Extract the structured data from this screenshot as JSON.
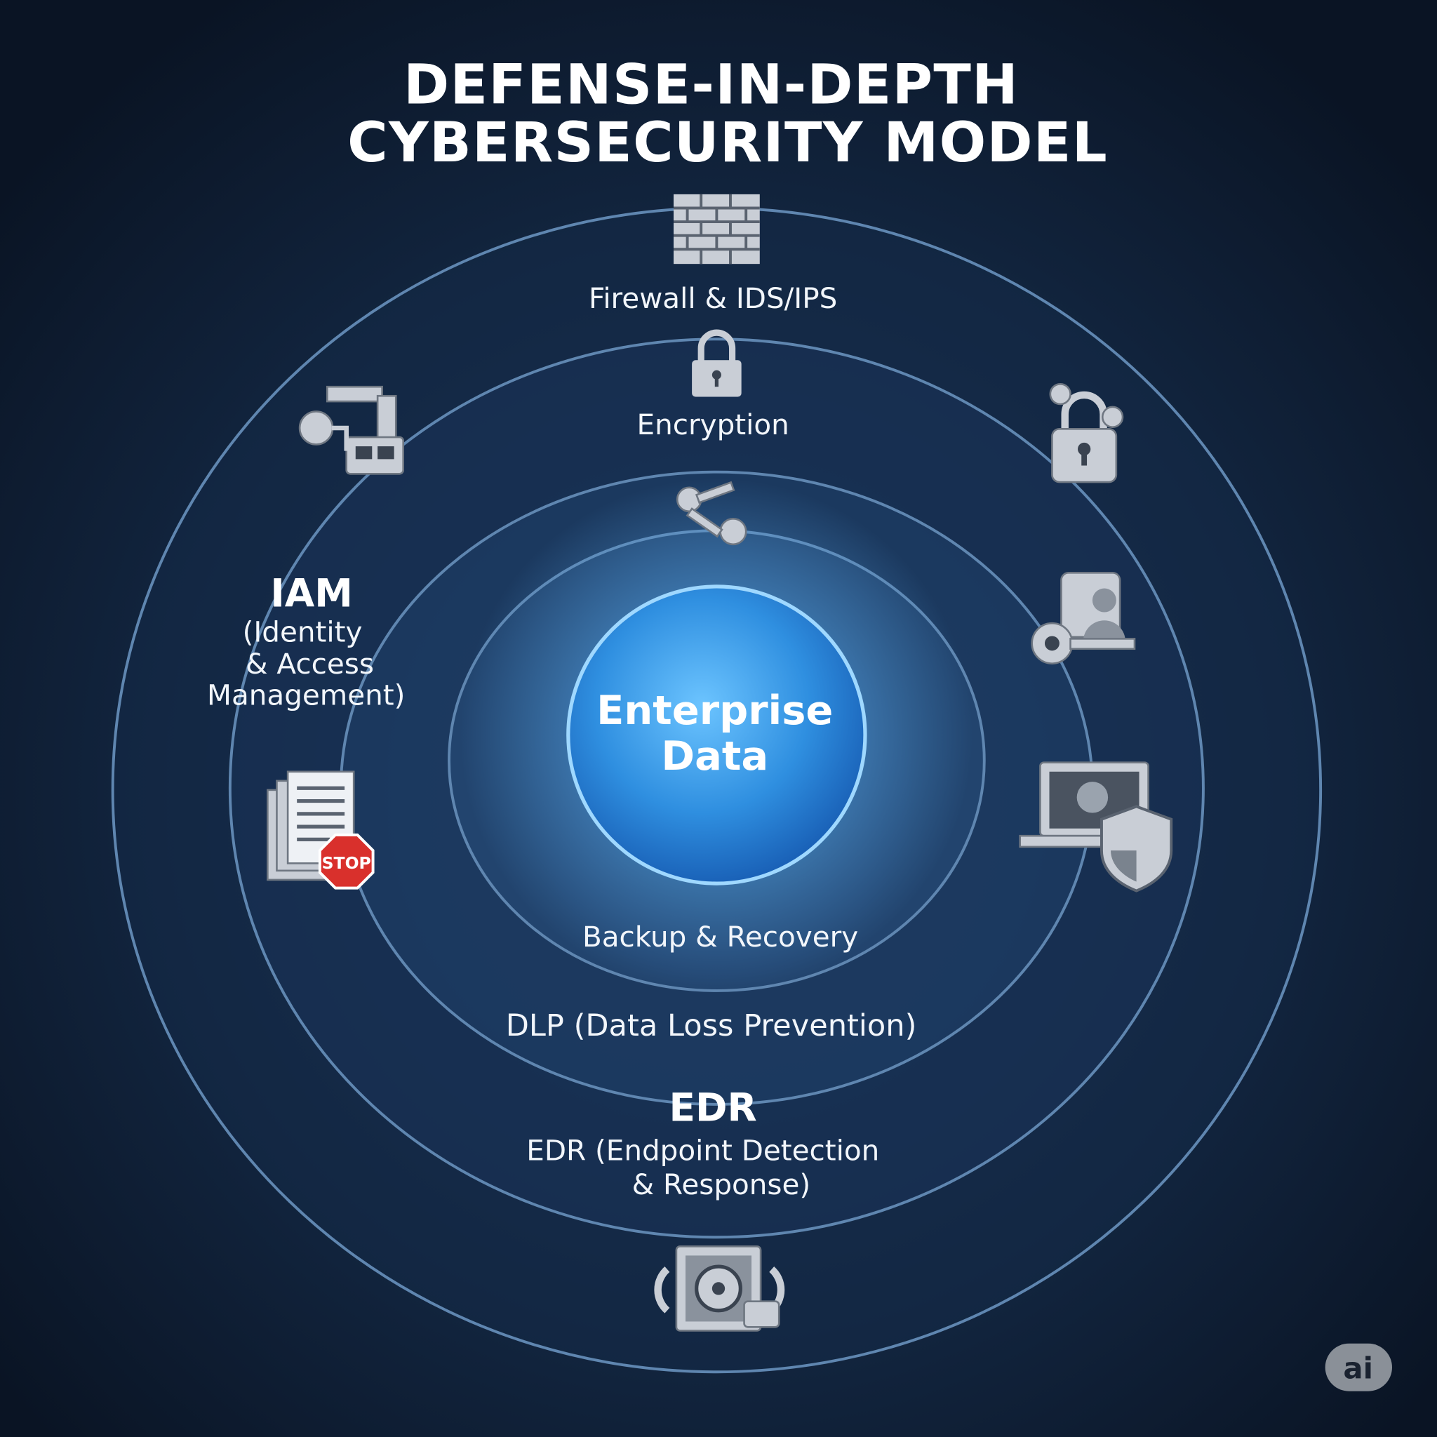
{
  "title": {
    "line1": "DEFENSE-IN-DEPTH",
    "line2": "CYBERSECURITY MODEL"
  },
  "core": {
    "line1": "Enterprise",
    "line2": "Data"
  },
  "layers": {
    "firewall": "Firewall & IDS/IPS",
    "encryption": "Encryption",
    "iam": {
      "heading": "IAM",
      "line1": "(Identity",
      "line2": "& Access",
      "line3": "Management)"
    },
    "backup": "Backup & Recovery",
    "dlp": "DLP (Data Loss Prevention)",
    "edr": {
      "heading": "EDR",
      "line1": "EDR (Endpoint Detection",
      "line2": "& Response)"
    }
  },
  "icons": {
    "stop_sign": "STOP"
  },
  "badge": "ai",
  "colors": {
    "background": "#0b1626",
    "ring": "#5f86b0",
    "core": "#3aa4f0",
    "icon": "#c9ced6"
  }
}
